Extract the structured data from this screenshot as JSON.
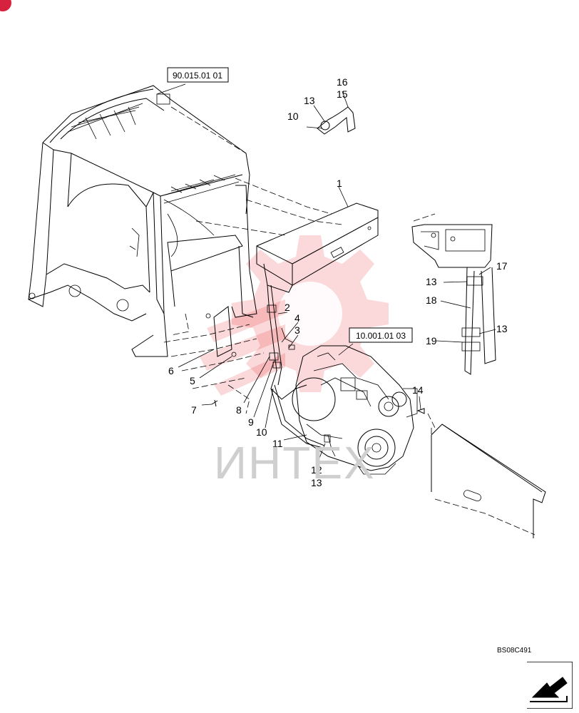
{
  "watermark": {
    "text": "ИНТЕХ"
  },
  "drawing_code": "BS08C491",
  "reference_labels": [
    "90.015.01 01",
    "10.001.01 03"
  ],
  "callouts": [
    {
      "text": "16"
    },
    {
      "text": "15"
    },
    {
      "text": "13"
    },
    {
      "text": "10"
    },
    {
      "text": "1"
    },
    {
      "text": "2"
    },
    {
      "text": "4"
    },
    {
      "text": "3"
    },
    {
      "text": "6"
    },
    {
      "text": "5"
    },
    {
      "text": "7"
    },
    {
      "text": "8"
    },
    {
      "text": "9"
    },
    {
      "text": "10"
    },
    {
      "text": "11"
    },
    {
      "text": "12"
    },
    {
      "text": "13"
    },
    {
      "text": "17"
    },
    {
      "text": "13"
    },
    {
      "text": "18"
    },
    {
      "text": "19"
    },
    {
      "text": "13"
    },
    {
      "text": "14"
    }
  ],
  "icons": {
    "nav": "next-page-arrow-icon",
    "badge": "corner-badge-icon",
    "watermark_logo": "gear-logo-icon"
  },
  "colors": {
    "watermark_red": "#e8262d",
    "badge": "#d6223e"
  }
}
